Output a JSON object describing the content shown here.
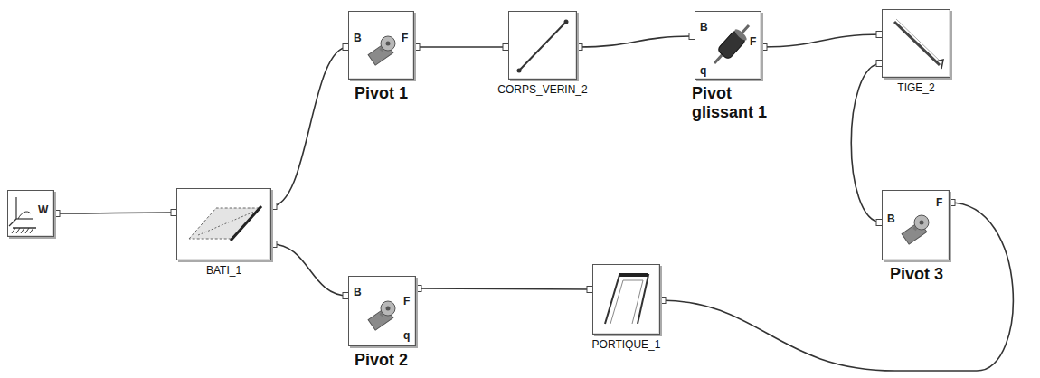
{
  "diagram": {
    "nodes": [
      {
        "text": [
          "W"
        ]
      },
      {
        "text": [
          "BATI_1"
        ]
      },
      {
        "text": [
          "B",
          "F",
          "Pivot 1"
        ]
      },
      {
        "text": [
          "CORPS_VERIN_2"
        ]
      },
      {
        "text": [
          "B",
          "F",
          "q",
          "Pivot glissant 1"
        ]
      },
      {
        "text": [
          "TIGE_2"
        ]
      },
      {
        "text": [
          "B",
          "F",
          "Pivot 3"
        ]
      },
      {
        "text": [
          "B",
          "F",
          "q",
          "Pivot 2"
        ]
      },
      {
        "text": [
          "PORTIQUE_1"
        ]
      }
    ],
    "edges": [
      {
        "from": 0,
        "to": 1,
        "arrow": "none"
      },
      {
        "from": 1,
        "to": 2,
        "arrow": "none"
      },
      {
        "from": 2,
        "to": 3,
        "arrow": "none"
      },
      {
        "from": 3,
        "to": 4,
        "arrow": "none"
      },
      {
        "from": 4,
        "to": 5,
        "arrow": "none"
      },
      {
        "from": 5,
        "to": 6,
        "arrow": "none"
      },
      {
        "from": 1,
        "to": 7,
        "arrow": "none"
      },
      {
        "from": 7,
        "to": 8,
        "arrow": "none"
      },
      {
        "from": 8,
        "to": 6,
        "arrow": "none"
      }
    ]
  }
}
